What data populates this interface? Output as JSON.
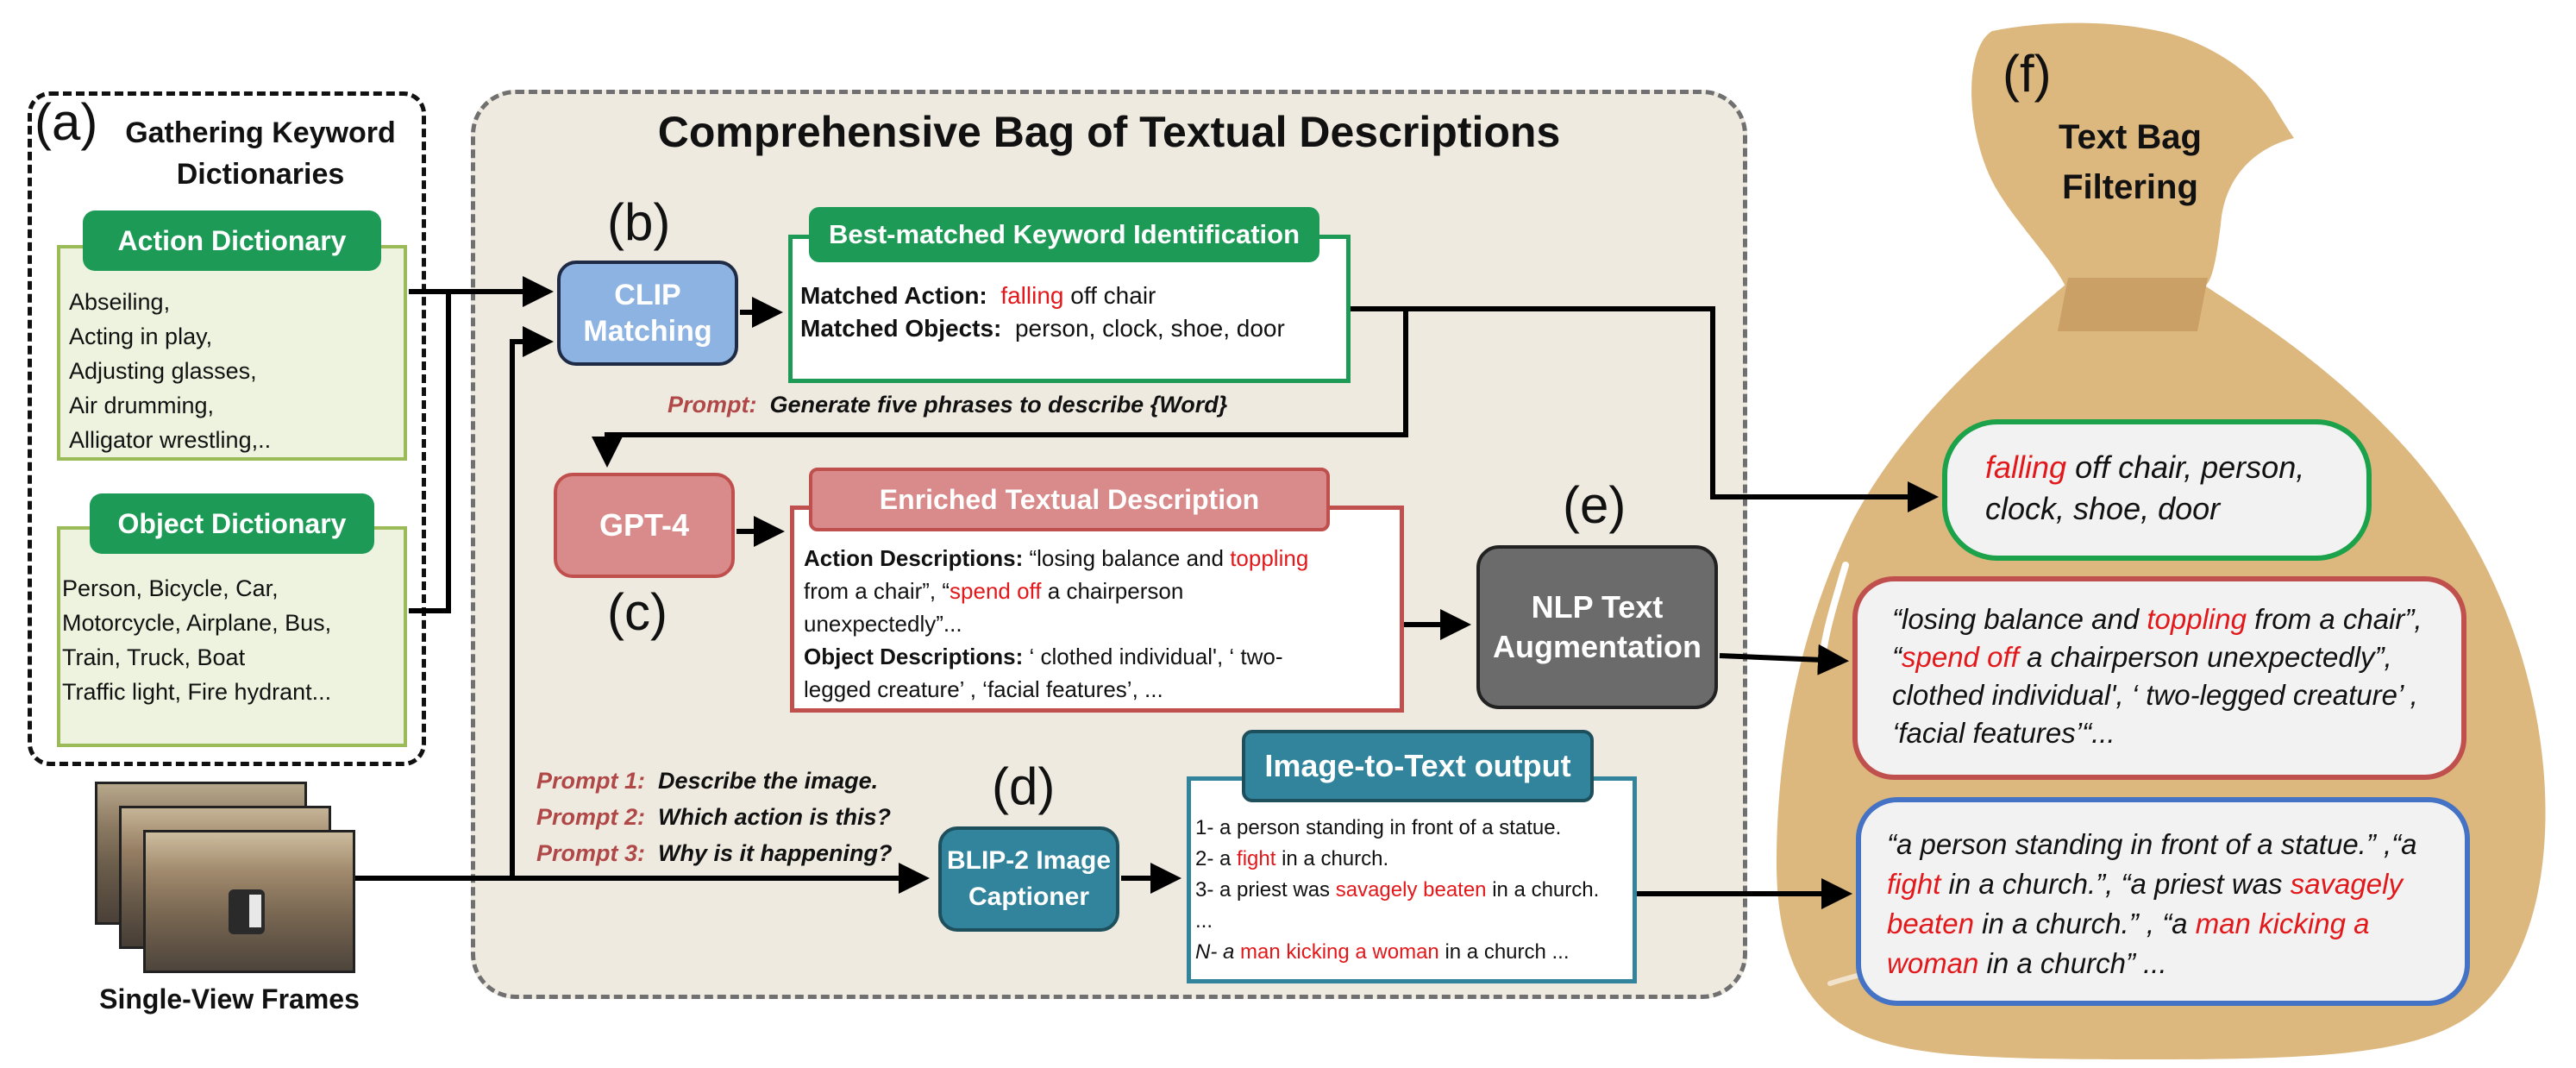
{
  "panel_a": {
    "letter": "(a)",
    "title_line1": "Gathering Keyword",
    "title_line2": "Dictionaries",
    "action_dict": {
      "title": "Action Dictionary",
      "items": [
        "Abseiling,",
        "Acting in play,",
        "Adjusting glasses,",
        "Air drumming,",
        "Alligator wrestling,.."
      ]
    },
    "object_dict": {
      "title": "Object Dictionary",
      "items": [
        "Person, Bicycle, Car,",
        "Motorcycle, Airplane, Bus,",
        "Train, Truck, Boat",
        "Traffic light, Fire hydrant..."
      ]
    }
  },
  "frames_label": "Single-View Frames",
  "main_panel": {
    "title": "Comprehensive Bag of Textual Descriptions",
    "panel_b": {
      "letter": "(b)",
      "clip_line1": "CLIP",
      "clip_line2": "Matching"
    },
    "keyword_box": {
      "title": "Best-matched Keyword Identification",
      "action_label": "Matched Action:",
      "action_highlight": "falling",
      "action_rest": "off chair",
      "objects_label": "Matched Objects:",
      "objects_value": "person, clock, shoe, door"
    },
    "prompt_gpt": {
      "label": "Prompt:",
      "text": "Generate five phrases to describe {Word}"
    },
    "panel_c": {
      "letter": "(c)",
      "gpt_label": "GPT-4"
    },
    "enriched_box": {
      "title": "Enriched Textual Description",
      "action_label": "Action Descriptions:",
      "action_p1": "“losing balance and ",
      "action_h1": "toppling",
      "action_p2": "from a chair”, “",
      "action_h2": "spend off",
      "action_p3": " a chairperson",
      "action_p4": "unexpectedly”...",
      "object_label": "Object Descriptions:",
      "object_p1": " ‘ clothed individual', ‘ two-",
      "object_p2": "legged creature’ , ‘facial features’, ..."
    },
    "panel_e": {
      "letter": "(e)",
      "nlp_line1": "NLP Text",
      "nlp_line2": "Augmentation"
    },
    "prompts_blip": [
      {
        "label": "Prompt 1:",
        "text": "Describe the image."
      },
      {
        "label": "Prompt 2:",
        "text": "Which action is this?"
      },
      {
        "label": "Prompt 3:",
        "text": "Why is it happening?"
      }
    ],
    "panel_d": {
      "letter": "(d)",
      "blip_line1": "BLIP-2 Image",
      "blip_line2": "Captioner"
    },
    "i2t_box": {
      "title": "Image-to-Text output",
      "l1": "1- a person standing in front of a statue.",
      "l2_a": "2- a ",
      "l2_h": "fight",
      "l2_b": " in a church.",
      "l3_a": "3- a priest was ",
      "l3_h": "savagely beaten",
      "l3_b": " in a church.",
      "l4": "...",
      "l5_a": "N- a ",
      "l5_h": "man kicking a woman",
      "l5_b": " in a church ..."
    }
  },
  "panel_f": {
    "letter": "(f)",
    "title_line1": "Text Bag",
    "title_line2": "Filtering",
    "bubble_green": {
      "highlight": "falling",
      "line1_rest": " off chair, person,",
      "line2": "clock, shoe, door"
    },
    "bubble_red": {
      "p1": "“losing balance and ",
      "h1": "toppling",
      "p2": " from a chair”,",
      "p3": "“",
      "h2": "spend off",
      "p4": " a chairperson unexpectedly”,",
      "p5": "clothed individual', ‘ two-legged creature’ ,",
      "p6": "‘facial features’“..."
    },
    "bubble_blue": {
      "p1": "“a person standing in front of a statue.” ,“a",
      "h1": "fight",
      "p2": " in a church.”, “a priest was ",
      "h2": "savagely",
      "h3": "beaten",
      "p3": " in a church.” , “a ",
      "h4": "man kicking a",
      "h5": "woman",
      "p4": " in a church” ..."
    }
  },
  "colors": {
    "green": "#1e9a57",
    "red_accent": "#e2181b",
    "gpt_red": "#c0504d",
    "teal": "#31849b",
    "clip_blue": "#8db3e2",
    "bag": "#dcb77e"
  }
}
